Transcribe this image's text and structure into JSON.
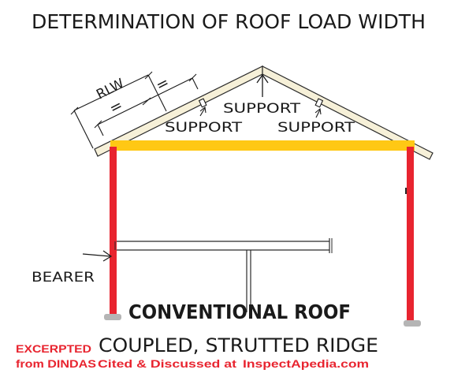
{
  "title": "DETERMINATION OF ROOF LOAD WIDTH",
  "labels": {
    "rlw": "RLW",
    "equal_1": "=",
    "equal_2": "=",
    "support_ridge": "SUPPORT",
    "support_left": "SUPPORT",
    "support_right": "SUPPORT",
    "bearer": "BEARER"
  },
  "caption": {
    "heading": "CONVENTIONAL ROOF",
    "subheading": "COUPLED, STRUTTED RIDGE"
  },
  "credits": {
    "excerpted": "EXCERPTED",
    "source": "from DINDAS",
    "cited": "Cited & Discussed at",
    "site": "InspectApedia.com"
  },
  "colors": {
    "rafter_fill": "#f6f0d8",
    "ceiling_joist": "#ffc814",
    "post": "#e8242f",
    "credit_red": "#e8242f"
  }
}
